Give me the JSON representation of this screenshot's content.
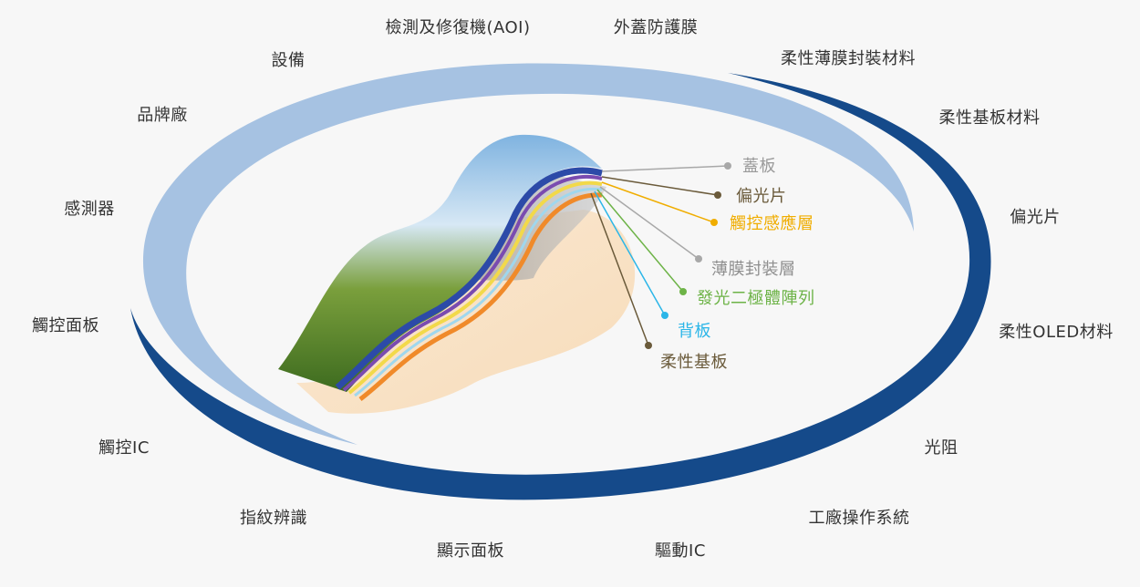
{
  "diagram": {
    "colors": {
      "inner_ring": "#a6c2e2",
      "outer_ring": "#154a8a",
      "background": "#f7f7f7"
    },
    "ring_labels": [
      "檢測及修復機(AOI)",
      "外蓋防護膜",
      "設備",
      "柔性薄膜封裝材料",
      "品牌廠",
      "柔性基板材料",
      "偏光片",
      "感測器",
      "觸控面板",
      "柔性OLED材料",
      "觸控IC",
      "光阻",
      "指紋辨識",
      "工廠操作系統",
      "顯示面板",
      "驅動IC"
    ],
    "layer_labels": [
      {
        "text": "蓋板",
        "color": "#9a9a9a"
      },
      {
        "text": "偏光片",
        "color": "#6a5a3a"
      },
      {
        "text": "觸控感應層",
        "color": "#f0ad00"
      },
      {
        "text": "薄膜封裝層",
        "color": "#8f8f8f"
      },
      {
        "text": "發光二極體陣列",
        "color": "#6db347"
      },
      {
        "text": "背板",
        "color": "#2bb6e8"
      },
      {
        "text": "柔性基板",
        "color": "#6a5a3a"
      }
    ]
  }
}
